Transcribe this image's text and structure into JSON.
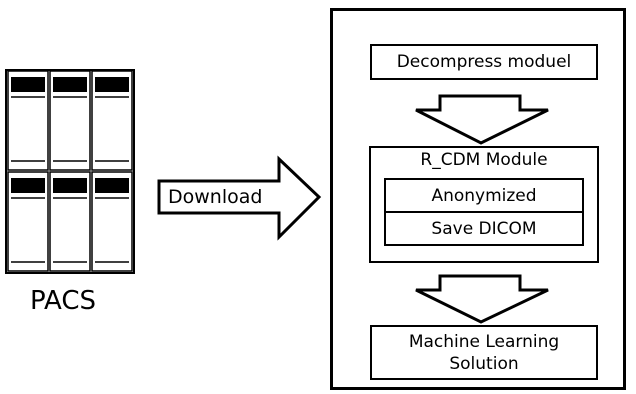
{
  "pacs": {
    "label": "PACS"
  },
  "download_arrow": {
    "label": "Download"
  },
  "pipeline": {
    "decompress": {
      "label": "Decompress moduel"
    },
    "rcdm": {
      "title": "R_CDM Module",
      "steps": [
        {
          "label": "Anonymized"
        },
        {
          "label": "Save DICOM"
        }
      ]
    },
    "ml": {
      "line1": "Machine Learning",
      "line2": "Solution"
    }
  }
}
